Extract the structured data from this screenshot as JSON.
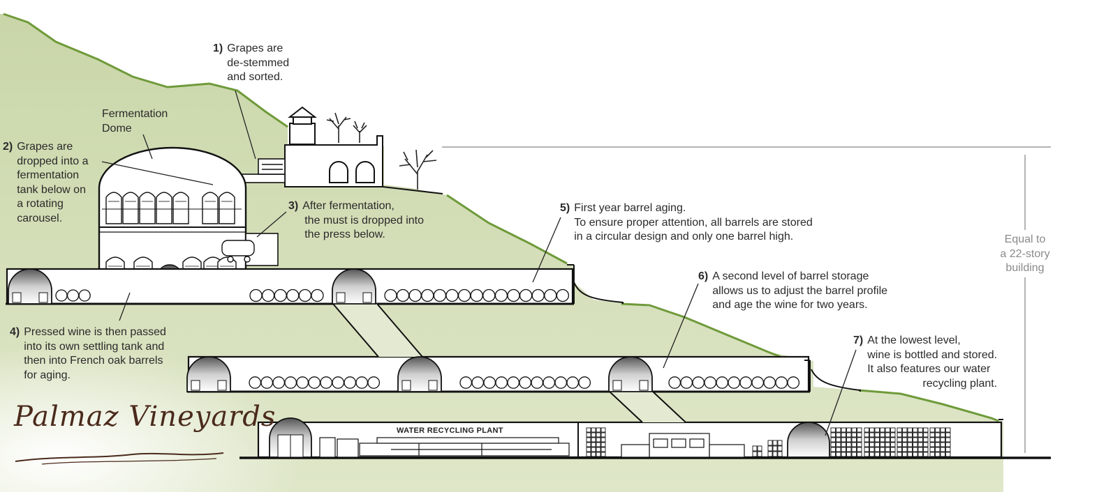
{
  "labels": {
    "step1": {
      "num": "1)",
      "lines": [
        "Grapes are",
        "de-stemmed",
        "and sorted."
      ]
    },
    "dome": {
      "lines": [
        "Fermentation",
        "Dome"
      ]
    },
    "step2": {
      "num": "2)",
      "lines": [
        "Grapes are",
        "dropped into a",
        "fermentation",
        "tank below on",
        "a rotating",
        "carousel."
      ]
    },
    "step3": {
      "num": "3)",
      "lines": [
        "After fermentation,",
        "the must is dropped into",
        "the press below."
      ]
    },
    "step4": {
      "num": "4)",
      "lines": [
        "Pressed wine is then passed",
        "into its own settling tank and",
        "then into French oak barrels",
        "for aging."
      ]
    },
    "step5": {
      "num": "5)",
      "lines": [
        "First year barrel aging.",
        "To ensure proper attention, all barrels are stored",
        "in a circular design and only one barrel high."
      ]
    },
    "step6": {
      "num": "6)",
      "lines": [
        "A second level of barrel storage",
        "allows us to adjust the barrel profile",
        "and age the wine for two years."
      ]
    },
    "step7": {
      "num": "7)",
      "lines": [
        "At the lowest level,",
        "wine is bottled and stored.",
        "It also features our water",
        "recycling plant."
      ]
    },
    "height": {
      "lines": [
        "Equal to",
        "a 22-story",
        "building"
      ]
    },
    "plant": "WATER RECYCLING PLANT",
    "logo": "Palmaz Vineyards"
  },
  "colors": {
    "hill": "#d3ddb8",
    "hill_light": "#e8eed8",
    "ridge": "#6f9a3a",
    "outline": "#111111",
    "dim": "#9a9a9a",
    "logo": "#4a2a1c"
  }
}
